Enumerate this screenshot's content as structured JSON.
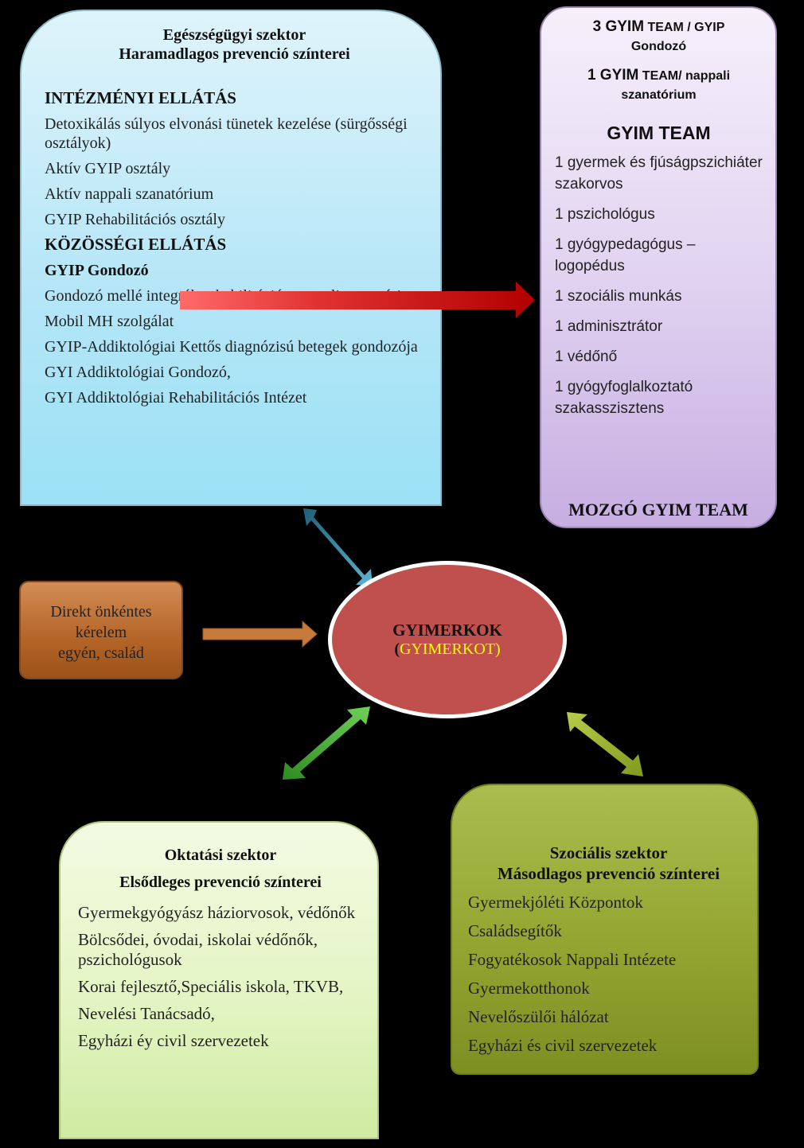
{
  "health": {
    "heading": [
      "Egészségügyi szektor",
      "Haramadlagos prevenció színterei"
    ],
    "institutional_title": "INTÉZMÉNYI ELLÁTÁS",
    "institutional_items": [
      "Detoxikálás súlyos elvonási tünetek kezelése (sürgősségi osztályok)",
      "Aktív GYIP osztály",
      "Aktív nappali  szanatórium",
      "GYIP Rehabilitációs osztály"
    ],
    "community_title": "KÖZÖSSÉGI ELLÁTÁS",
    "community_highlight": "GYIP Gondozó",
    "community_items": [
      "Gondozó mellé integrált rehabilitációs nappali szanatórium",
      "Mobil MH szolgálat",
      "GYIP-Addiktológiai Kettős diagnózisú betegek gondozója",
      "GYI Addiktológiai Gondozó,",
      "GYI Addiktológiai Rehabilitációs Intézet"
    ]
  },
  "team": {
    "top_line1_big": "3 GYIM",
    "top_line1_rest": " TEAM / GYIP",
    "top_line2": "Gondozó",
    "top_line3_big": "1 GYIM",
    "top_line3_rest": " TEAM/ nappali",
    "top_line4": "szanatórium",
    "title": "GYIM TEAM",
    "members": [
      "1 gyermek és fjúságpszichiáter szakorvos",
      "1 pszichológus",
      "1 gyógypedagógus – logopédus",
      "1 szociális munkás",
      "1 adminisztrátor",
      "1 védőnő",
      "1 gyógyfoglalkoztató szakasszisztens"
    ],
    "bottom": "MOZGÓ GYIM TEAM"
  },
  "direct": {
    "lines": [
      "Direkt önkéntes",
      "kérelem",
      "egyén, család"
    ]
  },
  "center": {
    "title": "GYIMERKOK",
    "paren_open": "(",
    "subtitle": "GYIMERKOT)"
  },
  "education": {
    "heading": [
      "Oktatási szektor",
      "Elsődleges  prevenció színterei"
    ],
    "items": [
      "Gyermekgyógyász háziorvosok, védőnők",
      "Bölcsődei, óvodai, iskolai védőnők, pszichológusok",
      "Korai fejlesztő,Speciális iskola, TKVB,",
      "Nevelési Tanácsadó,",
      "Egyházi éy civil szervezetek"
    ]
  },
  "social": {
    "heading": [
      "Szociális szektor",
      "Másodlagos prevenció színterei"
    ],
    "items": [
      "Gyermekjóléti Központok",
      "Családsegítők",
      "Fogyatékosok Nappali Intézete",
      "Gyermekotthonok",
      "Nevelőszülői hálózat",
      "Egyházi és civil szervezetek"
    ]
  },
  "colors": {
    "red_arrow": "#c00000",
    "blue_arrow": "#31859c",
    "orange_arrow": "#c67a3b",
    "green_arrow": "#3fa82f",
    "olive_arrow": "#98b42c"
  }
}
